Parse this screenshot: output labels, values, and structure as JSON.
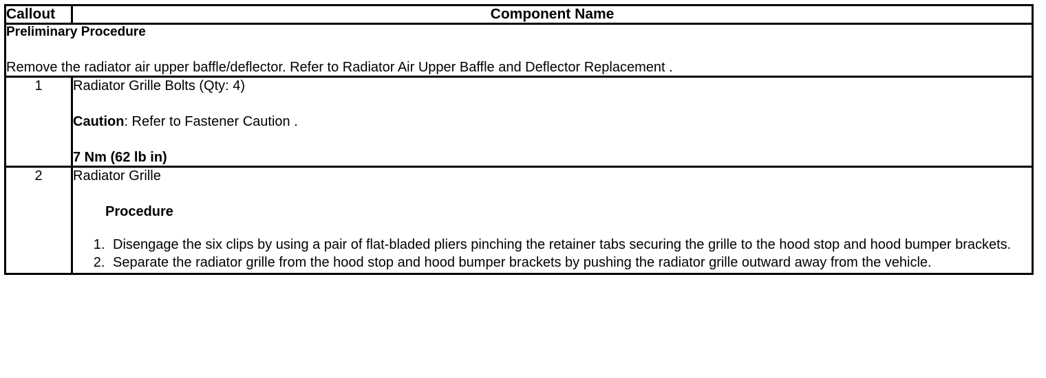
{
  "table": {
    "header": {
      "callout": "Callout",
      "component_name": "Component Name"
    },
    "preliminary": {
      "title": "Preliminary Procedure",
      "text": "Remove the radiator air upper baffle/deflector. Refer to Radiator Air Upper Baffle and Deflector Replacement ."
    },
    "rows": [
      {
        "callout": "1",
        "component": "Radiator Grille Bolts (Qty: 4)",
        "caution_label": "Caution",
        "caution_text": ": Refer to Fastener Caution .",
        "torque": "7 Nm (62 lb in)"
      },
      {
        "callout": "2",
        "component": "Radiator Grille",
        "procedure_heading": "Procedure",
        "steps": [
          "Disengage the six clips by using a pair of flat-bladed pliers pinching the retainer tabs securing the grille to the hood stop and hood bumper brackets.",
          "Separate the radiator grille from the hood stop and hood bumper brackets by pushing the radiator grille outward away from the vehicle."
        ]
      }
    ]
  }
}
